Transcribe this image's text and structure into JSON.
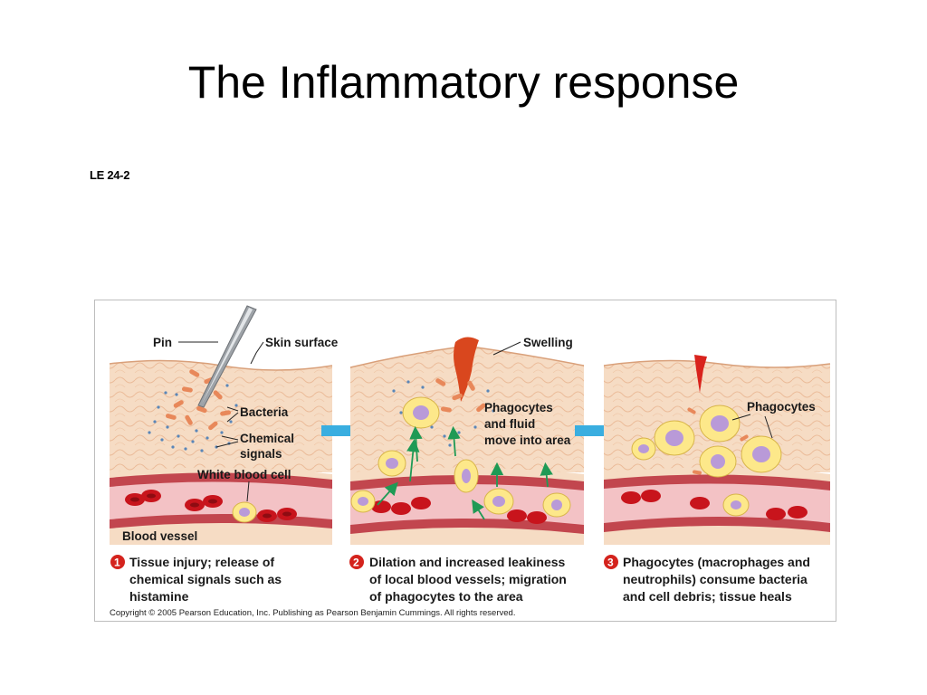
{
  "slide": {
    "title": "The Inflammatory response",
    "figure_code": "LE 24-2"
  },
  "figure": {
    "labels": {
      "pin": "Pin",
      "skin_surface": "Skin surface",
      "bacteria": "Bacteria",
      "chemical_signals_1": "Chemical",
      "chemical_signals_2": "signals",
      "white_blood_cell": "White blood cell",
      "blood_vessel": "Blood vessel",
      "swelling": "Swelling",
      "phagocytes_fluid_1": "Phagocytes",
      "phagocytes_fluid_2": "and fluid",
      "phagocytes_fluid_3": "move into area",
      "phagocytes": "Phagocytes"
    },
    "steps": [
      {
        "number": "1",
        "lines": [
          "Tissue injury; release of",
          "chemical signals such as",
          "histamine"
        ]
      },
      {
        "number": "2",
        "lines": [
          "Dilation and increased leakiness",
          "of local blood vessels; migration",
          "of phagocytes to the area"
        ]
      },
      {
        "number": "3",
        "lines": [
          "Phagocytes (macrophages and",
          "neutrophils) consume bacteria",
          "and cell debris; tissue heals"
        ]
      }
    ],
    "copyright": "Copyright © 2005 Pearson Education, Inc. Publishing as Pearson Benjamin Cummings. All rights reserved.",
    "colors": {
      "skin": "#f6dcc4",
      "skin_pattern": "#eab895",
      "blood_vessel": "#c2464e",
      "vessel_lumen": "#f3c2c5",
      "red_blood_cell": "#c8141c",
      "phagocyte": "#fde88a",
      "nucleus": "#b99ad8",
      "bacteria": "#e8885a",
      "chemical_dots": "#5a86b8",
      "arrow_blue": "#3aaee0",
      "arrow_green": "#1f9a55",
      "step_number": "#d4231d"
    }
  }
}
